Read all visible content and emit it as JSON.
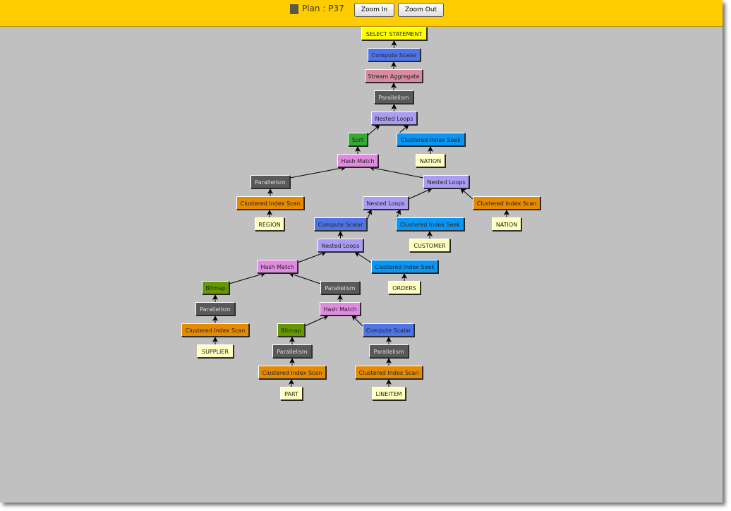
{
  "header": {
    "plan_label": "Plan : P37",
    "zoom_in_label": "Zoom In",
    "zoom_out_label": "Zoom Out",
    "plan_color": "#5a5a4a",
    "background": "#ffcc00"
  },
  "node_colors": {
    "select": "#ffff00",
    "compute": "#4f74e8",
    "stream": "#d98aa0",
    "parallel": "#595959",
    "nested": "#a99cf2",
    "sort": "#33aa33",
    "seek": "#0a96f5",
    "table": "#ffffc0",
    "hash": "#e08ae0",
    "scan": "#e68a00",
    "bitmap": "#669900"
  },
  "nodes": [
    {
      "label": "SELECT STATEMENT",
      "type": "select",
      "parent": null
    },
    {
      "label": "Compute Scalar",
      "type": "compute",
      "parent": 0
    },
    {
      "label": "Stream Aggregate",
      "type": "stream",
      "parent": 1
    },
    {
      "label": "Parallelism",
      "type": "parallel",
      "parent": 2
    },
    {
      "label": "Nested Loops",
      "type": "nested",
      "parent": 3
    },
    {
      "label": "Sort",
      "type": "sort",
      "parent": 4
    },
    {
      "label": "Clustered Index Seek",
      "type": "seek",
      "parent": 4
    },
    {
      "label": "NATION",
      "type": "table",
      "parent": 6
    },
    {
      "label": "Hash Match",
      "type": "hash",
      "parent": 5
    },
    {
      "label": "Parallelism",
      "type": "parallel",
      "parent": 8
    },
    {
      "label": "Nested Loops",
      "type": "nested",
      "parent": 8
    },
    {
      "label": "Clustered Index Scan",
      "type": "scan",
      "parent": 9
    },
    {
      "label": "Nested Loops",
      "type": "nested",
      "parent": 10
    },
    {
      "label": "Clustered Index Scan",
      "type": "scan",
      "parent": 10
    },
    {
      "label": "REGION",
      "type": "table",
      "parent": 11
    },
    {
      "label": "Compute Scalar",
      "type": "compute",
      "parent": 12
    },
    {
      "label": "Clustered Index Seek",
      "type": "seek",
      "parent": 12
    },
    {
      "label": "NATION",
      "type": "table",
      "parent": 13
    },
    {
      "label": "CUSTOMER",
      "type": "table",
      "parent": 16
    },
    {
      "label": "Nested Loops",
      "type": "nested",
      "parent": 15
    },
    {
      "label": "Hash Match",
      "type": "hash",
      "parent": 19
    },
    {
      "label": "Clustered Index Seek",
      "type": "seek",
      "parent": 19
    },
    {
      "label": "ORDERS",
      "type": "table",
      "parent": 21
    },
    {
      "label": "Bitmap",
      "type": "bitmap",
      "parent": 20
    },
    {
      "label": "Parallelism",
      "type": "parallel",
      "parent": 20
    },
    {
      "label": "Parallelism",
      "type": "parallel",
      "parent": 23
    },
    {
      "label": "Hash Match",
      "type": "hash",
      "parent": 24
    },
    {
      "label": "Clustered Index Scan",
      "type": "scan",
      "parent": 25
    },
    {
      "label": "Bitmap",
      "type": "bitmap",
      "parent": 26
    },
    {
      "label": "Compute Scalar",
      "type": "compute",
      "parent": 26
    },
    {
      "label": "SUPPLIER",
      "type": "table",
      "parent": 27
    },
    {
      "label": "Parallelism",
      "type": "parallel",
      "parent": 28
    },
    {
      "label": "Parallelism",
      "type": "parallel",
      "parent": 29
    },
    {
      "label": "Clustered Index Scan",
      "type": "scan",
      "parent": 31
    },
    {
      "label": "Clustered Index Scan",
      "type": "scan",
      "parent": 32
    },
    {
      "label": "PART",
      "type": "table",
      "parent": 33
    },
    {
      "label": "LINEITEM",
      "type": "table",
      "parent": 34
    }
  ]
}
